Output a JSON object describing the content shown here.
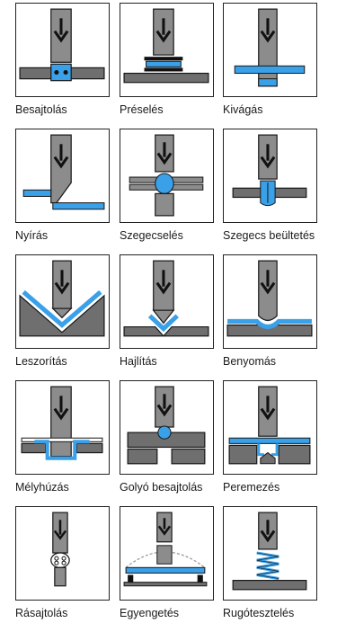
{
  "colors": {
    "tool": "#8c8c8c",
    "plate": "#6f6f6f",
    "accent": "#3aa0e8",
    "outline": "#1a1a1a"
  },
  "processes": [
    {
      "label": "Besajtolás",
      "icon": "press-fit-icon"
    },
    {
      "label": "Préselés",
      "icon": "pressing-icon"
    },
    {
      "label": "Kivágás",
      "icon": "punching-icon"
    },
    {
      "label": "Nyírás",
      "icon": "shearing-icon"
    },
    {
      "label": "Szegecselés",
      "icon": "riveting-icon"
    },
    {
      "label": "Szegecs beültetés",
      "icon": "rivet-insertion-icon"
    },
    {
      "label": "Leszorítás",
      "icon": "clamping-icon"
    },
    {
      "label": "Hajlítás",
      "icon": "bending-icon"
    },
    {
      "label": "Benyomás",
      "icon": "embossing-icon"
    },
    {
      "label": "Mélyhúzás",
      "icon": "deep-drawing-icon"
    },
    {
      "label": "Golyó besajtolás",
      "icon": "ball-press-fit-icon"
    },
    {
      "label": "Peremezés",
      "icon": "flanging-icon"
    },
    {
      "label": "Rásajtolás",
      "icon": "press-on-icon"
    },
    {
      "label": "Egyengetés",
      "icon": "straightening-icon"
    },
    {
      "label": "Rugótesztelés",
      "icon": "spring-testing-icon"
    }
  ]
}
